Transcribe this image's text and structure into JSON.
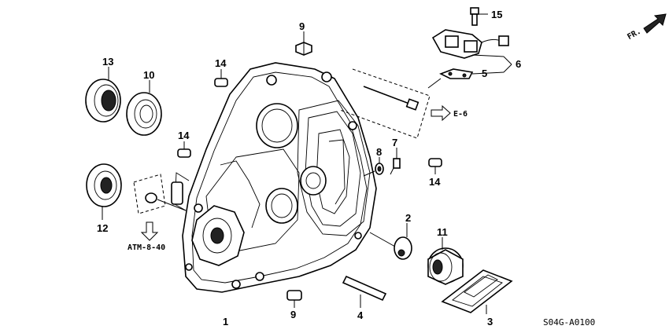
{
  "callouts": {
    "c1": "1",
    "c2": "2",
    "c3": "3",
    "c4": "4",
    "c5": "5",
    "c6": "6",
    "c7": "7",
    "c8": "8",
    "c9a": "9",
    "c9b": "9",
    "c10": "10",
    "c11": "11",
    "c12": "12",
    "c13": "13",
    "c14a": "14",
    "c14b": "14",
    "c14c": "14",
    "c15": "15"
  },
  "refs": {
    "e6": "E-6",
    "atm": "ATM-8-40",
    "fr": "FR."
  },
  "diagram_code": "S04G-A0100"
}
